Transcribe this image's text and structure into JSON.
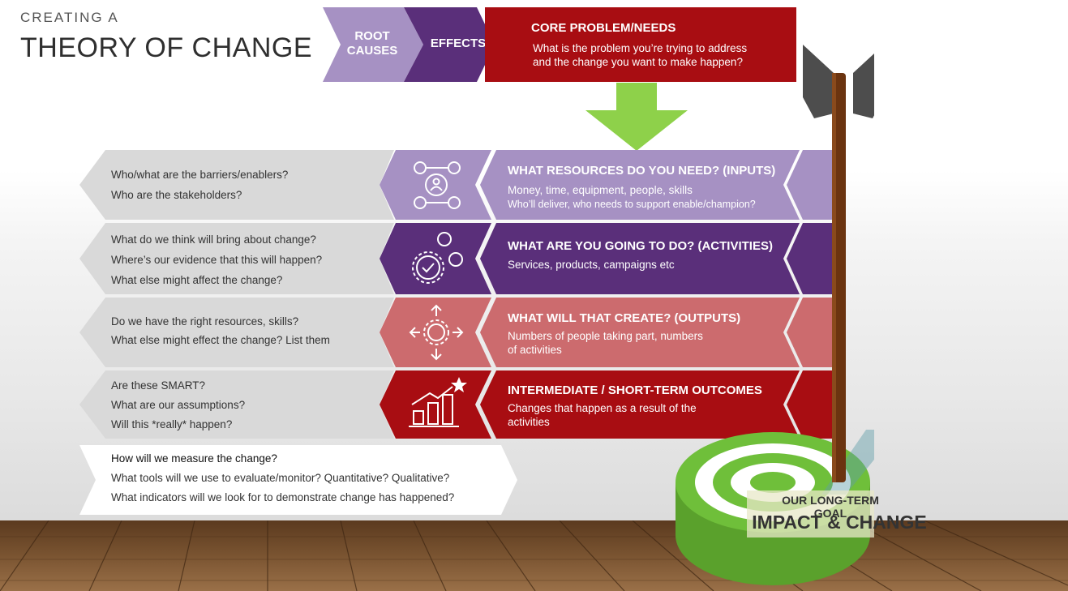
{
  "title": {
    "kicker": "CREATING A",
    "main": "THEORY OF CHANGE"
  },
  "top_flow": [
    {
      "label": "ROOT\nCAUSES",
      "color": "#a691c3"
    },
    {
      "label": "EFFECTS",
      "color": "#5a2f7a"
    }
  ],
  "core": {
    "heading": "CORE PROBLEM/NEEDS",
    "lines": [
      "What is the problem you’re trying to address",
      "and the change you want to make happen?"
    ],
    "color": "#a80d12"
  },
  "rows": [
    {
      "questions": [
        "Who/what are the barriers/enablers?",
        "Who are the stakeholders?"
      ],
      "icon": "people-network-icon",
      "heading": "WHAT RESOURCES DO YOU NEED? (INPUTS)",
      "lines": [
        "Money, time, equipment, people, skills",
        "Who’ll deliver, who needs to support enable/champion?"
      ],
      "color": "#a691c3"
    },
    {
      "questions": [
        "What do we think will bring about change?",
        "Where’s our evidence that this will happen?",
        "What else might affect the change?"
      ],
      "icon": "gears-check-icon",
      "heading": "WHAT ARE YOU GOING TO DO? (ACTIVITIES)",
      "lines": [
        "Services, products, campaigns etc"
      ],
      "color": "#5a2f7a"
    },
    {
      "questions": [
        "Do we have the right resources, skills?",
        "What else might effect the change? List them"
      ],
      "icon": "gear-arrows-icon",
      "heading": "WHAT WILL THAT CREATE? (OUTPUTS)",
      "lines": [
        "Numbers of people taking part, numbers",
        "of activities"
      ],
      "color": "#cc6b6e"
    },
    {
      "questions": [
        "Are these SMART?",
        "What are our assumptions?",
        "Will this *really* happen?"
      ],
      "icon": "growth-chart-star-icon",
      "heading": "INTERMEDIATE / SHORT-TERM OUTCOMES",
      "lines": [
        "Changes that happen as a result of the",
        "activities"
      ],
      "color": "#a80d12"
    }
  ],
  "measure": {
    "heading": "How will we measure the change?",
    "lines": [
      "What tools will we use to evaluate/monitor? Quantitative? Qualitative?",
      "What indicators will we look for to demonstrate change has happened?"
    ]
  },
  "goal": {
    "kicker": "OUR LONG-TERM GOAL",
    "main": "IMPACT & CHANGE"
  },
  "colors": {
    "green_arrow": "#8ed14a",
    "target_green": "#6fbf3a",
    "arrow_shaft": "#6b3410",
    "fletch": "#555555",
    "question_bg": "#d9d9d9"
  }
}
